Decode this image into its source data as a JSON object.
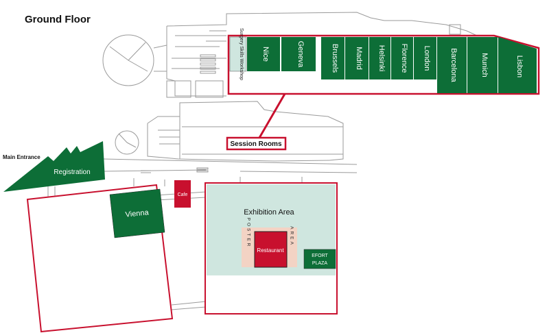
{
  "title": "Ground Floor",
  "entrance_label": "Main Entrance",
  "session_rooms_label": "Session Rooms",
  "rooms": {
    "surgery_workshop": "Surgery Skills Workshop",
    "nice": "Nice",
    "geneva": "Geneva",
    "brussels": "Brussels",
    "madrid": "Madrid",
    "helsinki": "Helsinki",
    "florence": "Florence",
    "london": "London",
    "barcelona": "Barcelona",
    "munich": "Munich",
    "lisbon": "Lisbon",
    "registration": "Registration",
    "vienna": "Vienna",
    "cafe": "Cafe",
    "exhibition_area": "Exhibition Area",
    "restaurant": "Restaurant",
    "poster": "POSTER",
    "area": "AREA",
    "efort_plaza_line1": "EFORT",
    "efort_plaza_line2": "PLAZA"
  },
  "colors": {
    "room_green": "#0d6e37",
    "highlight_red": "#c8102e",
    "exhibition_bg": "#cfe6df",
    "poster_bg": "#f3d3c4"
  }
}
